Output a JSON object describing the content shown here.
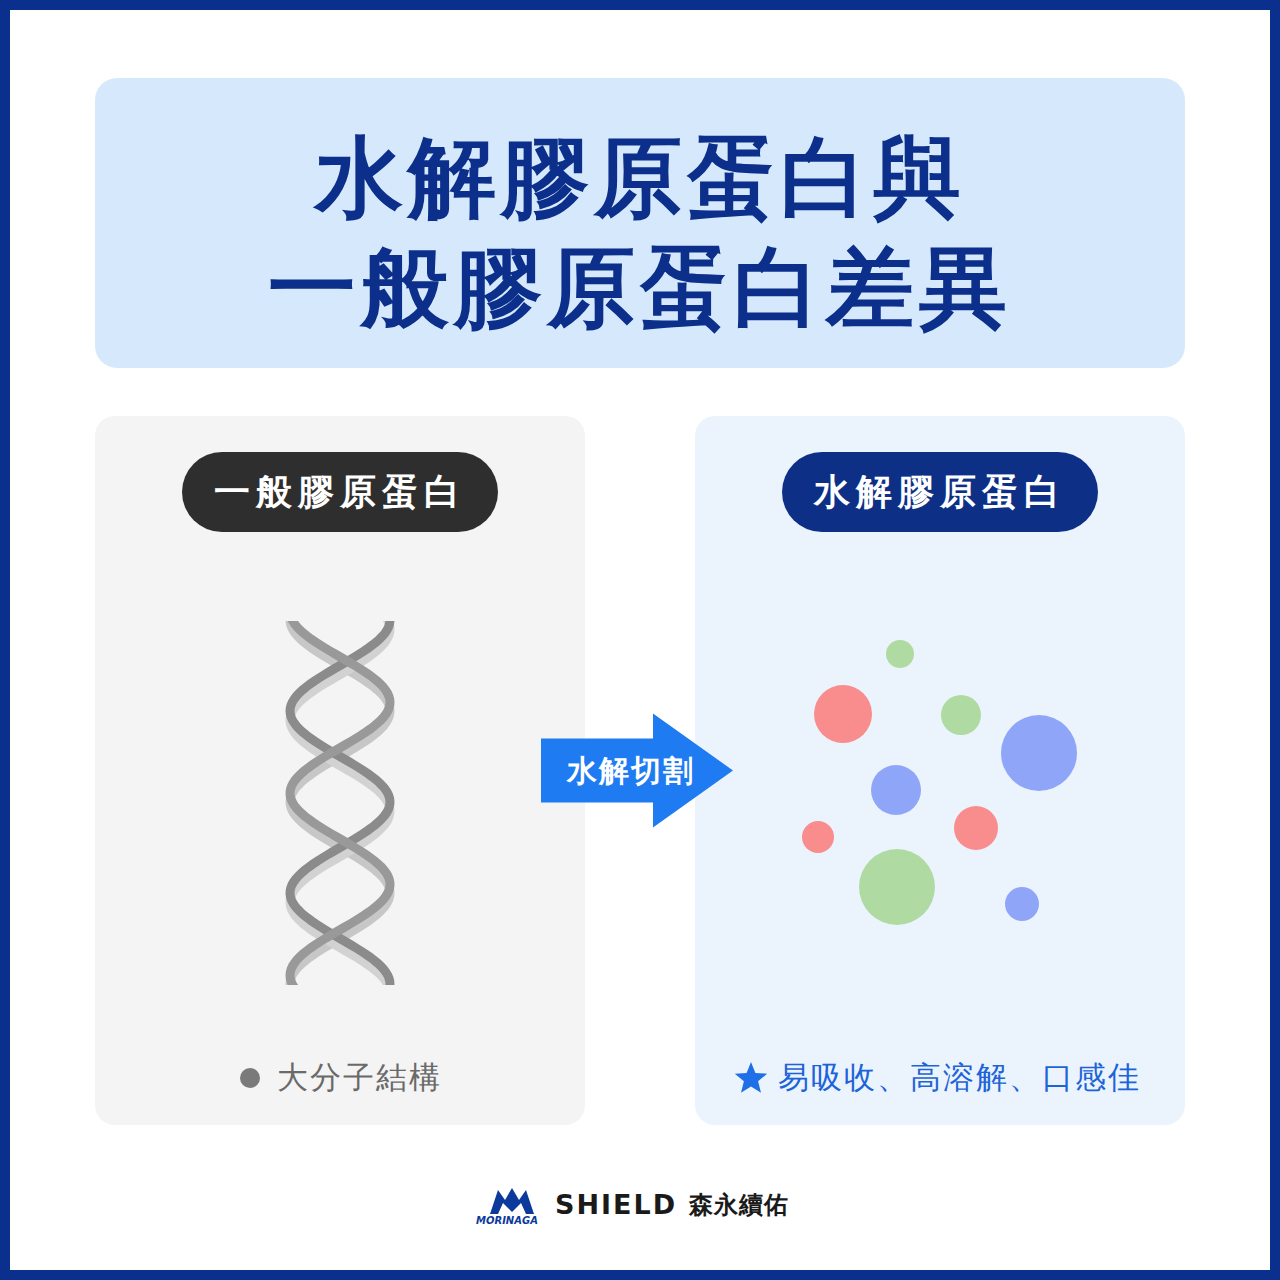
{
  "diagram": {
    "title": "水解膠原蛋白與 一般膠原蛋白差異",
    "nodes": [
      {
        "text": [
          "大分子結構"
        ]
      },
      {
        "text": [
          "一般膠原蛋白"
        ],
        "in": 0
      },
      {
        "text": [
          "易吸收、高溶解、口感佳"
        ]
      },
      {
        "text": [
          "水解膠原蛋白"
        ],
        "in": 2
      }
    ],
    "edges": [
      {
        "from": 0,
        "to": 2,
        "label": "水解切割",
        "arrow": "to"
      }
    ],
    "labels": [
      "MORINAGA",
      "SHIELD",
      "森永續佑"
    ]
  }
}
